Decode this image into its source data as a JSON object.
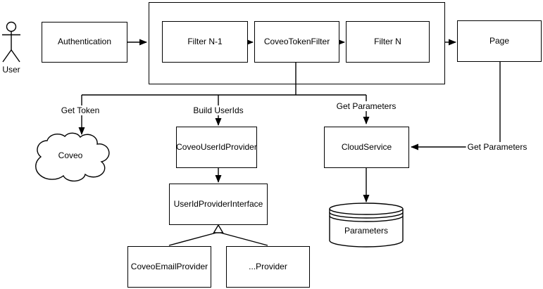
{
  "canvas": {
    "background": "#ffffff",
    "stroke_color": "#000000"
  },
  "actor": {
    "label": "User"
  },
  "nodes": {
    "authentication": {
      "label": "Authentication"
    },
    "filter_n1": {
      "label": "Filter N-1"
    },
    "coveo_token_filter": {
      "label": "CoveoTokenFilter"
    },
    "filter_n": {
      "label": "Filter N"
    },
    "page": {
      "label": "Page"
    },
    "coveo_cloud": {
      "label": "Coveo",
      "shape": "cloud"
    },
    "coveo_user_id_provider": {
      "label": "CoveoUserIdProvider"
    },
    "cloud_service": {
      "label": "CloudService"
    },
    "user_id_provider_interface": {
      "label": "UserIdProviderInterface"
    },
    "parameters_db": {
      "label": "Parameters",
      "shape": "database-cylinder"
    },
    "coveo_email_provider": {
      "label": "CoveoEmailProvider"
    },
    "dots_provider": {
      "label": "...Provider"
    }
  },
  "edge_labels": {
    "get_token": {
      "label": "Get Token"
    },
    "build_userids": {
      "label": "Build UserIds"
    },
    "get_parameters_filter": {
      "label": "Get Parameters"
    },
    "get_parameters_page": {
      "label": "Get Parameters"
    }
  }
}
